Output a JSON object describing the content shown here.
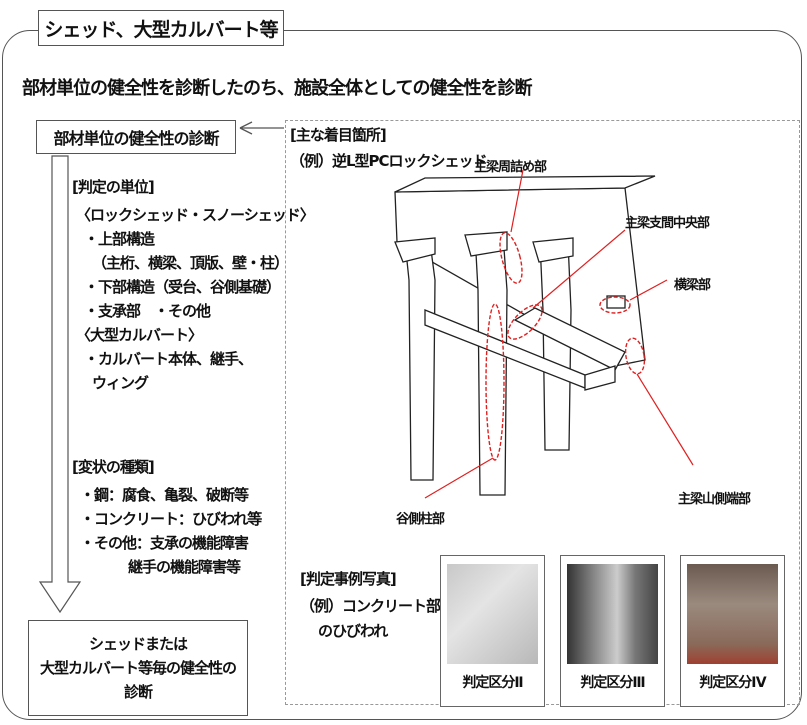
{
  "title": "シェッド、大型カルバート等",
  "subtitle": "部材単位の健全性を診断したのち、施設全体としての健全性を診断",
  "member_box": "部材単位の健全性の診断",
  "unit_section": {
    "heading": "[判定の単位]",
    "lines": [
      "〈ロックシェッド・スノーシェッド〉",
      "・上部構造",
      "（主桁、横梁、頂版、壁・柱）",
      "・下部構造（受台、谷側基礎）",
      "・支承部　・その他",
      "〈大型カルバート〉",
      "・カルバート本体、継手、",
      "ウィング"
    ]
  },
  "deform_section": {
    "heading": "[変状の種類]",
    "lines": [
      "・鋼：腐食、亀裂、破断等",
      "・コンクリート：ひびわれ等",
      "・その他：支承の機能障害",
      "継手の機能障害等"
    ]
  },
  "result_box": {
    "line1": "シェッドまたは",
    "line2": "大型カルバート等毎の健全性の",
    "line3": "診断"
  },
  "focus": {
    "heading": "[主な着目箇所]",
    "example": "（例）逆L型PCロックシェッド",
    "labels": {
      "main_girder_edge": "主梁周詰め部",
      "main_girder_mid": "主梁支間中央部",
      "cross_beam": "横梁部",
      "main_girder_mountain_end": "主梁山側端部",
      "valley_column": "谷側柱部"
    }
  },
  "photo_section": {
    "heading": "[判定事例写真]",
    "example_line1": "（例）コンクリート部材",
    "example_line2": "のひびわれ",
    "photos": [
      {
        "caption": "判定区分Ⅱ"
      },
      {
        "caption": "判定区分Ⅲ"
      },
      {
        "caption": "判定区分Ⅳ"
      }
    ]
  },
  "colors": {
    "frame": "#555555",
    "highlight": "#e02020",
    "dash": "#999999"
  }
}
